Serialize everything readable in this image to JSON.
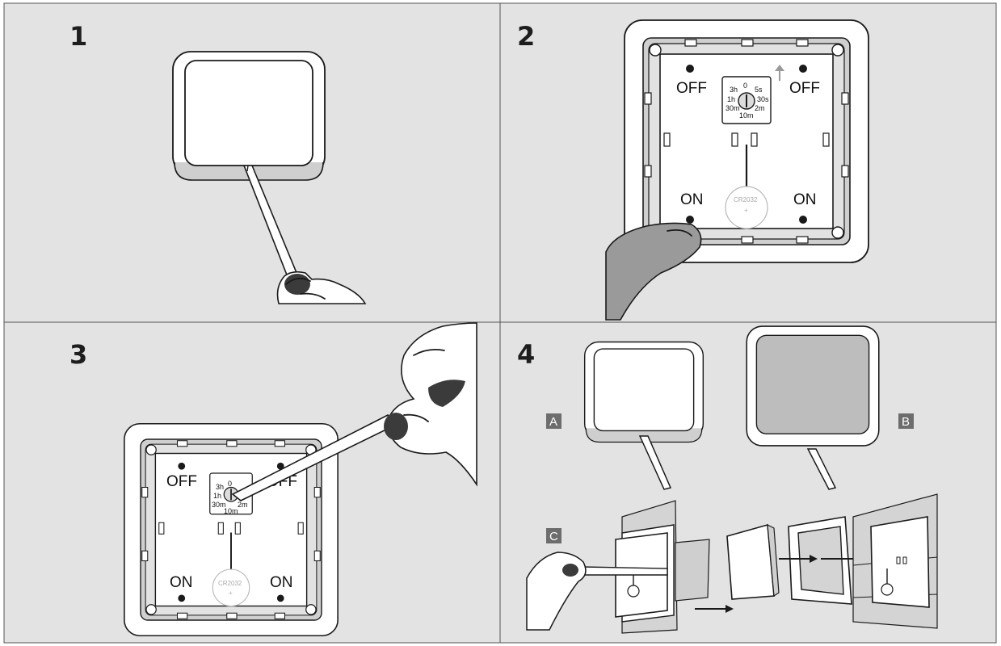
{
  "steps": [
    "1",
    "2",
    "3",
    "4"
  ],
  "device": {
    "off_label": "OFF",
    "on_label": "ON",
    "battery_label": "CR2032",
    "battery_polarity": "+",
    "dial": {
      "top": "0",
      "left_top": "3h",
      "right_top": "5s",
      "left_mid": "1h",
      "right_mid": "30s",
      "left_bot": "30m",
      "right_bot": "2m",
      "bottom": "10m"
    }
  },
  "step4_tags": [
    "A",
    "B",
    "C"
  ],
  "colors": {
    "panel_bg": "#e3e3e3",
    "frame": "#ffffff",
    "line": "#1a1a1a",
    "tag_bg": "#6d6d6d",
    "finger": "#9a9a9a",
    "grip": "#3b3b3b"
  }
}
